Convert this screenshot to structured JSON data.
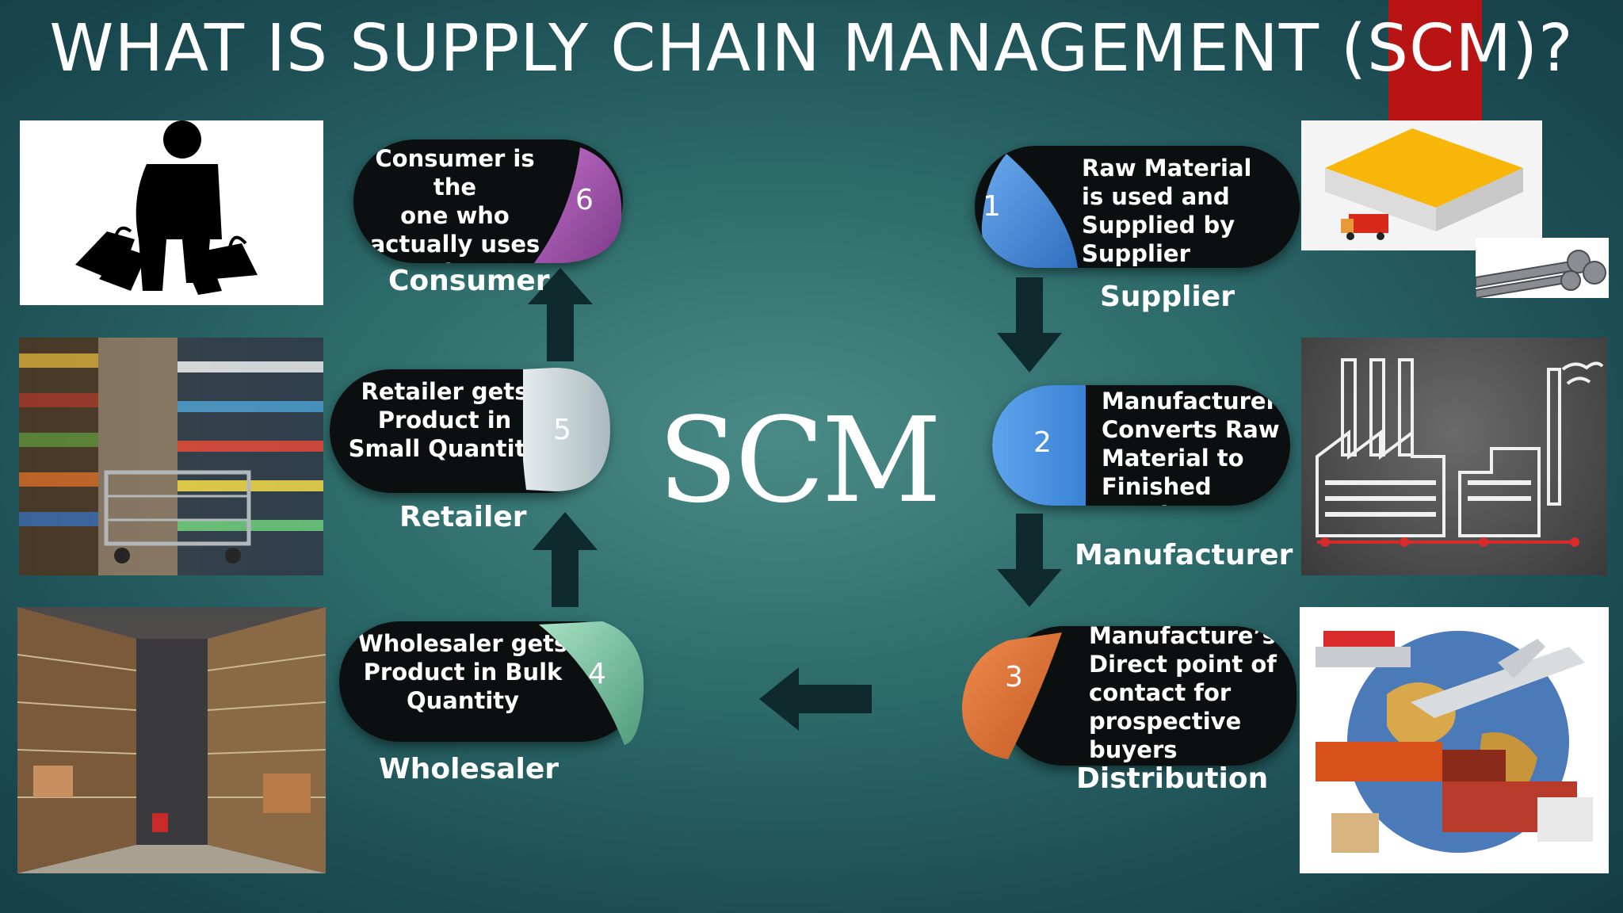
{
  "title": "WHAT IS SUPPLY CHAIN MANAGEMENT (SCM)?",
  "center_label": "SCM",
  "colors": {
    "accent_red": "#b81414",
    "supplier": "#4a8ed8",
    "manufacturer": "#4a8ed8",
    "distribution": "#e0743a",
    "wholesaler": "#7fc8a8",
    "retailer": "#cfd9dc",
    "consumer": "#a052a8"
  },
  "stages": [
    {
      "num": "1",
      "label": "Supplier",
      "text_lines": [
        "Raw Material",
        "is used and",
        "Supplied by",
        "Supplier"
      ]
    },
    {
      "num": "2",
      "label": "Manufacturer",
      "text_lines": [
        "Manufacturer",
        "Converts Raw",
        "Material to",
        "Finished Goods"
      ]
    },
    {
      "num": "3",
      "label": "Distribution",
      "text_lines": [
        "Manufacture’s",
        "Direct point of",
        "contact for",
        "prospective",
        "buyers"
      ]
    },
    {
      "num": "4",
      "label": "Wholesaler",
      "text_lines": [
        "Wholesaler gets",
        "Product in Bulk",
        "Quantity"
      ]
    },
    {
      "num": "5",
      "label": "Retailer",
      "text_lines": [
        "Retailer gets",
        "Product in",
        "Small Quantity"
      ]
    },
    {
      "num": "6",
      "label": "Consumer",
      "text_lines": [
        "Consumer is the",
        "one who",
        "actually uses the",
        "product"
      ]
    }
  ]
}
